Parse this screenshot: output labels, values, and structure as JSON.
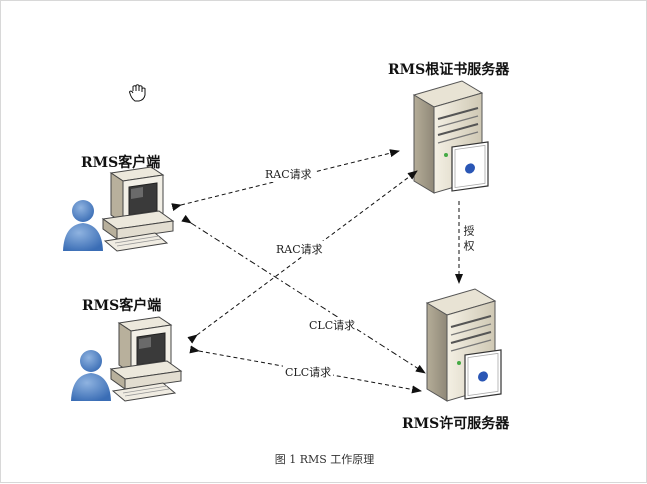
{
  "nodes": {
    "root_server": "RMS根证书服务器",
    "license_server": "RMS许可服务器",
    "client_1": "RMS客户端",
    "client_2": "RMS客户端"
  },
  "edges": {
    "rac_top": "RAC请求",
    "rac_cross": "RAC请求",
    "clc_cross": "CLC请求",
    "clc_bottom": "CLC请求",
    "authorize": "授权"
  },
  "caption": "图 1   RMS 工作原理",
  "icons": {
    "server": "server-with-certificate-icon",
    "client": "user-with-computer-icon",
    "cursor": "hand-cursor-icon"
  }
}
